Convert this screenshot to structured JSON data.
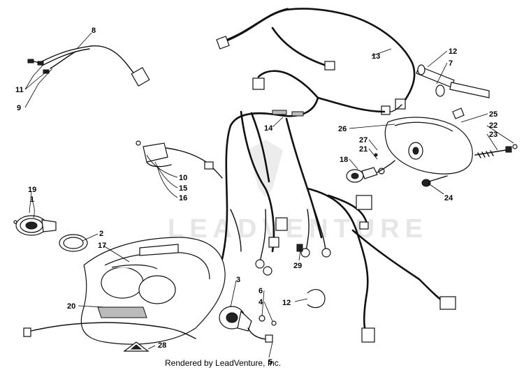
{
  "callouts": [
    {
      "id": "c8",
      "text": "8"
    },
    {
      "id": "c11",
      "text": "11"
    },
    {
      "id": "c9",
      "text": "9"
    },
    {
      "id": "c13",
      "text": "13"
    },
    {
      "id": "c12a",
      "text": "12"
    },
    {
      "id": "c7",
      "text": "7"
    },
    {
      "id": "c14",
      "text": "14"
    },
    {
      "id": "c25",
      "text": "25"
    },
    {
      "id": "c22",
      "text": "22"
    },
    {
      "id": "c23",
      "text": "23"
    },
    {
      "id": "c26",
      "text": "26"
    },
    {
      "id": "c27",
      "text": "27"
    },
    {
      "id": "c21",
      "text": "21"
    },
    {
      "id": "c18",
      "text": "18"
    },
    {
      "id": "c24",
      "text": "24"
    },
    {
      "id": "c10",
      "text": "10"
    },
    {
      "id": "c15",
      "text": "15"
    },
    {
      "id": "c16",
      "text": "16"
    },
    {
      "id": "c19",
      "text": "19"
    },
    {
      "id": "c1",
      "text": "1"
    },
    {
      "id": "c2",
      "text": "2"
    },
    {
      "id": "c17",
      "text": "17"
    },
    {
      "id": "c29",
      "text": "29"
    },
    {
      "id": "c3",
      "text": "3"
    },
    {
      "id": "c6",
      "text": "6"
    },
    {
      "id": "c4",
      "text": "4"
    },
    {
      "id": "c12b",
      "text": "12"
    },
    {
      "id": "c20",
      "text": "20"
    },
    {
      "id": "c28",
      "text": "28"
    },
    {
      "id": "c5",
      "text": "5"
    }
  ],
  "watermark": "LEADVENTURE",
  "footer": "Rendered by LeadVenture, Inc."
}
